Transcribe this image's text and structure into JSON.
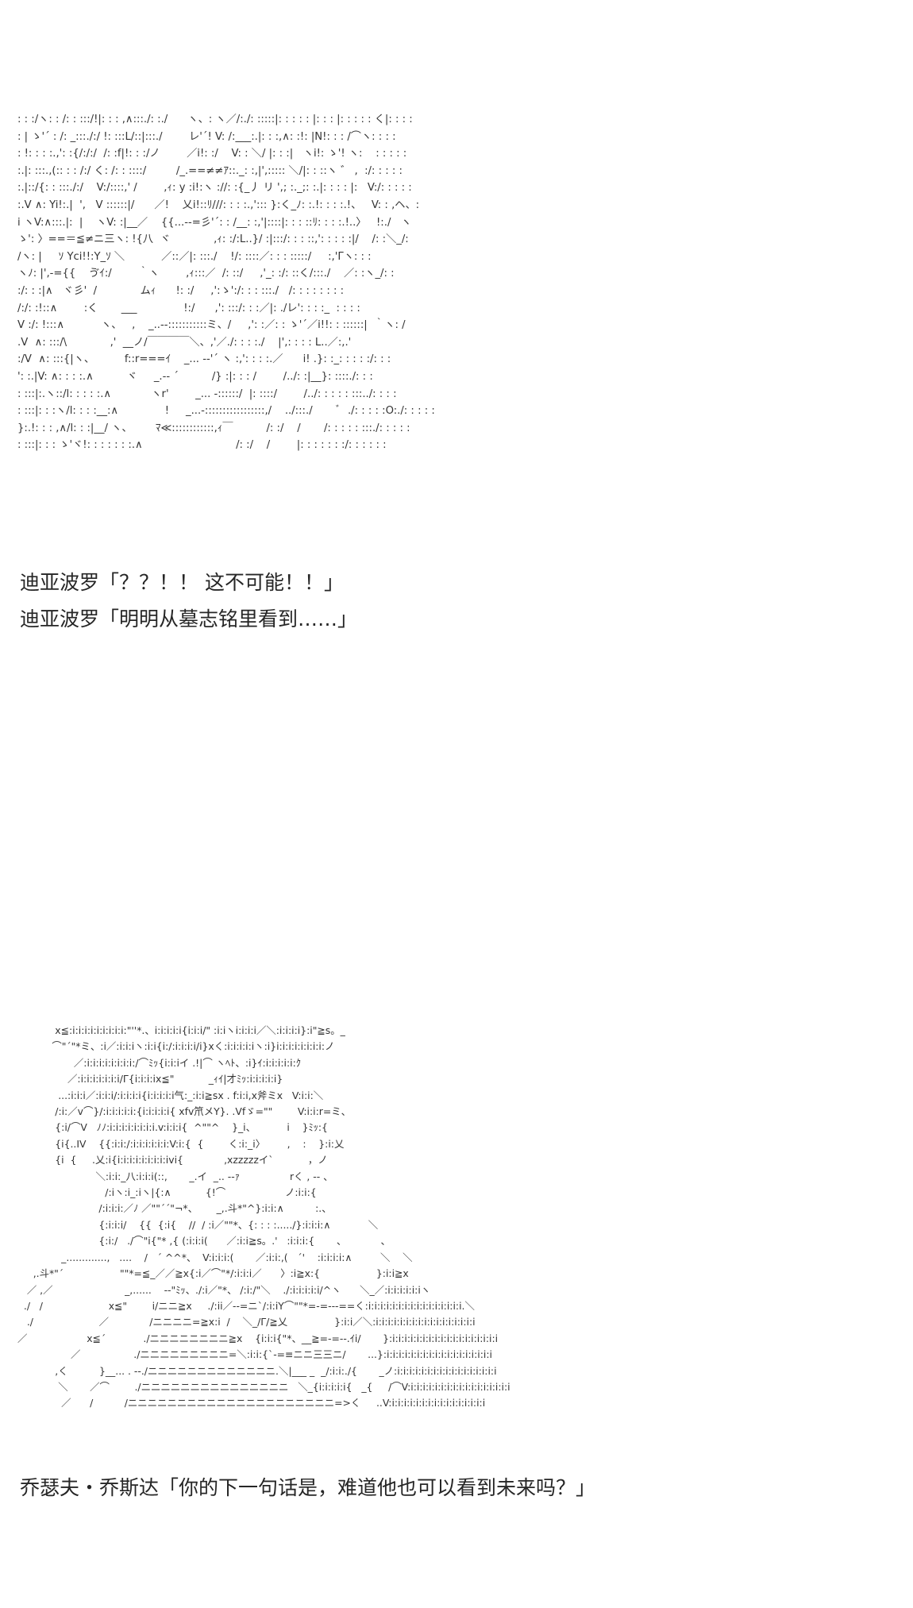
{
  "panels": [
    {
      "ascii_art": [
        ": : :/ヽ: : /: : :::/!|: : : ,∧:::./: :./      ヽ、: ヽ／/:./: :::::|: : : : : |: : : |: : : : : く|: : : :",
        ": | ゝ'´ : /: _:::./:/ !: :::L/::|:::./        レ'´! V: /:___:.|: : :,∧: :!: |N!: : : /⌒ヽ: : : :",
        ": !: : : :.,': :{/:/:/  /: :f|!: : :/ノ        ／i!: :/    V: : ＼/ |: : :|   ヽi!: ゝ'! ヽ:    : : : : :",
        ":.|: :::.,(:: : : /:/ く: /: : ::::/         /_.==≠≠ｱ::._: :,|',::::: ＼/|: : ::ヽ ゛ ,  :/: : : : :",
        ":.|::/{: : :::./:/    V:/::::,' /        ,ｨ: y :i!:ヽ ://: :{_丿 リ ',; :._;: :.|: : : : |:   V:/: : : : :",
        ":.V ∧: Yi!:.|  ',   V ::::::|/      ／!    乂i!::ﾘ///: : : :.,'::: }:く_ﾉ: :.!: : : :.!、   V: : ,ヘ、:",
        "i ヽV:∧:::.|:  |    ヽV: :|__／    {{...--=彡'´: : /__: :,'|::::|: : : ::ﾘ: : : :.!..〉   !:./   ヽ",
        "ゝ': 〉==＝≦≠ニ三ヽ: !{八  ヾ             ,ｨ: :/:L..}/ :|:::/: : : ::,': : : : :|/    /: :＼_/:",
        "/ヽ: |     ｿ Yci!!:Y_ｿ ＼           ／::／|: :::./    !/: ::::／: : : :::::/     :,'Γヽ: : :",
        "ヽﾉ: |',-={{    ゔｲ:/        ｀ヽ        ,ｨ:::／  /: ::/     ,'_: :/: ::く/:::./    ／: :ヽ_/: :",
        ":/: : :|∧   ヾ彡'  /             ムｨ      !: :/     ,':ゝ':/: : : :::./   /: : : : : : : :",
        "/:/: :!::∧        :く       ___              !:/      ,': :::/: : :／|: ./レ': : : :_  : : : :",
        "V :/: !:::∧           ヽ、   ,    _..--:::::::::::ミ、/     ,': :／: : ゝ'´／i!!: : ::::::|  ｀ヽ: /",
        ".V  ∧: :::/\\             ,'  __ノ/￣￣￣￣＼、,'／./: : : :./    |',: : : : L..／:,.'",
        ":/V  ∧: :::{|ヽ、         f::r===ｲ    _... --'´ ヽ :,': : : :.／      i! .}: :_: : : : :/: : :",
        "': :.|V: ∧: : : :.∧          ヾ     _.-- ´          /} :|: : : /        /../: :|__}: ::::./: : :",
        ": :::|:.ヽ::/l: : : : :.∧            ヽr'        _... -::::::/  |: ::::/        /../: : : : : :::../: : : :",
        ": :::|: : :ヽ/l: : : :__:∧              !     _...-:::::::::::::::::,/    ../:::./       ﾞ  ./: : : : :O:./: : : : :",
        "}:.!: : : ,∧/l: : :|__/ ヽ、       ﾏ≪::::::::::::,ｨ￣          /: :/    /       /: : : : : :::./: : : : :",
        ": :::|: : : ゝ'ヾ!: : : : : : :.∧                            /: :/    /        |: : : : : : :/: : : : : :"
      ],
      "captions": [
        "迪亚波罗「？？！！ 这不可能！！」",
        "迪亚波罗「明明从墓志铭里看到……」"
      ]
    },
    {
      "ascii_art": [
        "            x≦:i:i:i:i:i:i:i:i:i:\"''*.、i:i:i:i:i{i:i:i/\" :i:iヽi:i:i:i／＼:i:i:i:i}:i\"≧s。_",
        "           ⌒\"´\"*ミ、:i／:i:i:iヽ:i:i{i:/:i:i:i:i/i}xく:i:i:i:i:iヽ:i}i:i:i:i:i:i:i:i:ノ",
        "                  ／:i:i:i:i:i:i:i:i:/⌒ﾐｯ{i:i:iイ .!|⌒ ヽﾍﾄ、:i}ｲ:i:i:i:i:i:ｸ",
        "                ／:i:i:i:i:i:i:i/Γ{i:i:i:ix≦\"           _ｨｲ|才ﾐｯ:i:i:i:i:i}",
        "             ...:i:i:i／:i:i:i/:i:i:i:i{i:i:i:i:i气:_:i:i≧sx . f:i:i,x斧ミx   V:i:i:＼",
        "            /:i:／v⌒}/:i:i:i:i:i:{i:i:i:i:i{ xfv笊メY}. .Vfゞ=\"\"        V:i:i:r=ミ、",
        "            {:i/⌒V   ﾉﾉ:i:i:i:i:i:i:i:i.v:i:i:i{  ^\"\"^    }_i、          i    }ﾐｯ:{",
        "            {i{..ΙV    {{:i:i:/:i:i:i:i:i:i:V:i:{  {        く:i:_i〉       ,    :    }:i:乂",
        "            {i  {     .乂:i{i:i:i:i:i:i:i:i:ivi{             ,xzzzzzイ`           ，ノ",
        "                         ＼:i:i:_八:i:i:i(::,       _.イ  _.. --ｧ                rく , -- 、",
        "                            /:iヽ:i_:iヽ|{:∧           {!⌒                   ノ:i:i:{",
        "                          /:i:i:i:／ﾉ ／\"\"´´\"¬*、      _,.斗*\"^}:i:i:∧          :.、",
        "                          {:i:i:i/    {{  {:i{    //  / :i／\"\"*、{: : : :...../}:i:i:i:∧            ＼",
        "                          {:i:/   ./⌒\"i{\"* ,{ (:i:i:i(      ／:i:i≧s。.'   :i:i:i:{       、           、",
        "              _.............,   ....    /   ´ ^^*、  V:i:i:i:(       ／:i:i:,(   ´'    :i:i:i:i:∧         ＼    ＼",
        "     ,.斗*\"´                  \"\"*=≦_／／≧x{:i／⌒\"*/:i:i:i／      〉:i≧x:{                  }:i:i≧x",
        "   ／ ,／                       _,......    --\"ﾐｯ、./:i／\"*、 /:i:/\"＼    ./:i:i:i:i:i/^ヽ      ＼_／:i:i:i:i:i:iヽ",
        "  ./   /                     x≦\"        i/ニニ≧x     ./:ii／--=ニ`/:i:iY⌒\"\"*=-=---==く:i:i:i:i:i:i:i:i:i:i:i:i:i:i:i:i.＼",
        "   ./                     ／             /ニニニニ=≧x:i  /    ＼_/Γ/≧乂               }:i:i／＼:i:i:i:i:i:i:i:i:i:i:i:i:i:i:i:i:i",
        "／                   x≦´            ./ニニニニニニニニ≧x    {i:i:i{\"*、__≧=-=--.ｲi/       }:i:i:i:i:i:i:i:i:i:i:i:i:i:i:i:i:i:i",
        "                 ／                 ./ニニニニニニニニニ=＼:i:i:{`-=≡ニニ三三ニ/       ...}:i:i:i:i:i:i:i:i:i:i:i:i:i:i:i:i:i:i",
        "            ,く          }__... . --./ニニニニニニニニニニニニニ.＼|___ _  _/:i:i:./{       _ノ:i:i:i:i:i:i:i:i:i:i:i:i:i:i:i:i:i",
        "             ＼       ／⌒        ./ニニニニニニニニニニニニニニニ   ＼_{i:i:i:i:i{   _{     /⌒V:i:i:i:i:i:i:i:i:i:i:i:i:i:i:i:i:i",
        "              ／      /          /ニニニニニニニニニニニニニニニニニニニニニ=>く     ..V:i:i:i:i:i:i:i:i:i:i:i:i:i:i:i:i"
      ],
      "captions": [
        "乔瑟夫・乔斯达「你的下一句话是，难道他也可以看到未来吗？」"
      ]
    }
  ]
}
